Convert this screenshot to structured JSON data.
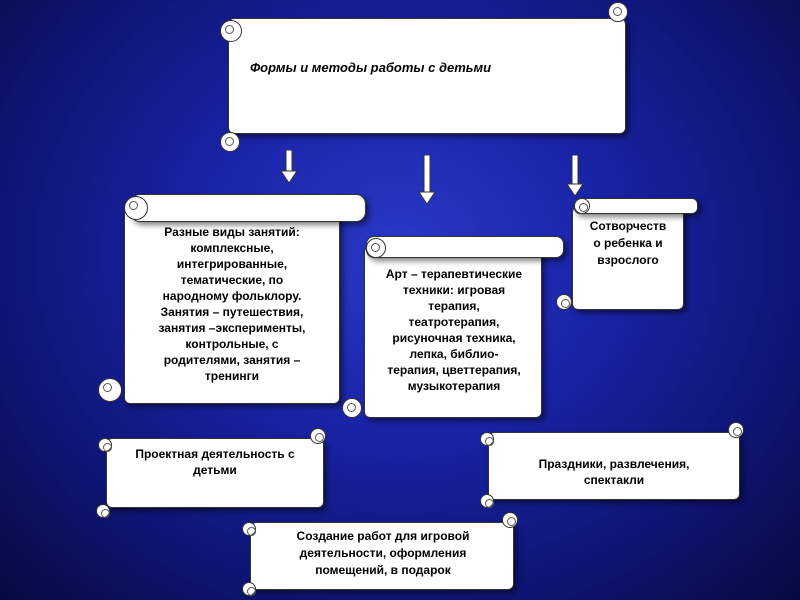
{
  "title": "Формы и методы работы с детьми",
  "boxes": {
    "classes": "Разные виды занятий:\nкомплексные,\nинтегрированные,\nтематические, по\nнародному фольклору.\nЗанятия – путешествия,\nзанятия –эксперименты,\nконтрольные, с\nродителями, занятия –\nтренинги",
    "art": "Арт – терапевтические\nтехники: игровая\nтерапия,\nтеатротерапия,\nрисуночная техника,\nлепка, библио-\nтерапия, цветтерапия,\nмузыкотерапия",
    "cocreation": "Сотворчеств\nо ребенка и\nвзрослого",
    "project": "Проектная деятельность с\nдетьми",
    "holidays": "Праздники, развлечения,\nспектакли",
    "creation": "Создание работ для игровой\nдеятельности, оформления\nпомещений, в подарок"
  }
}
